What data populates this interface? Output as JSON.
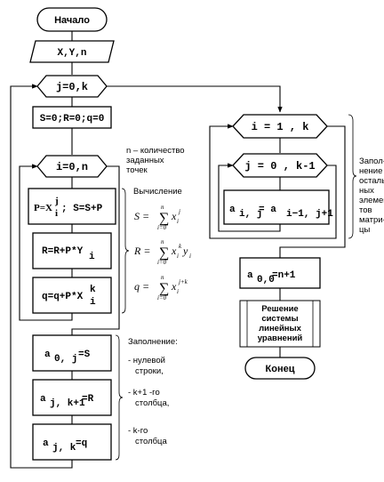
{
  "blocks": {
    "start": "Начало",
    "input": "X,Y,n",
    "loop_j": "j=0,k",
    "init": "S=0;R=0;q=0",
    "loop_i": "i=0,n",
    "calc1_a": "P=X",
    "calc1_sup": "j",
    "calc1_sub": "i",
    "calc1_b": ";  S=S+P",
    "calc2": "R=R+P*Y",
    "calc2_sub": "i",
    "calc3": "q=q+P*X",
    "calc3_sup": "k",
    "calc3_sub": "i",
    "fill1_a": "a",
    "fill1_sub": "0, j",
    "fill1_b": "=S",
    "fill2_a": "a",
    "fill2_sub": "j, k+1",
    "fill2_b": "=R",
    "fill3_a": "a",
    "fill3_sub": "j, k",
    "fill3_b": "=q",
    "loop_i2": "i = 1 , k",
    "loop_j2": "j = 0 , k-1",
    "assign_a": "a",
    "assign_sub": "i, j",
    "assign_eq": "=  a",
    "assign_sub2": "i−1, j+1",
    "a00_a": "a",
    "a00_sub": "0,0",
    "a00_b": "=n+1",
    "solve_1": "Решение",
    "solve_2": "системы",
    "solve_3": "линейных",
    "solve_4": "уравнений",
    "end": "Конец"
  },
  "annotations": {
    "n_note_1": "n – количество",
    "n_note_2": "заданных",
    "n_note_3": "точек",
    "calc_title": "Вычисление",
    "fill_title": "Заполнение:",
    "fill_item1_a": "- нулевой",
    "fill_item1_b": "строки,",
    "fill_item2_a": "- k+1 -го",
    "fill_item2_b": "столбца,",
    "fill_item3_a": "- k-го",
    "fill_item3_b": "столбца",
    "rest_1": "Запол-",
    "rest_2": "нение",
    "rest_3": "осталь-",
    "rest_4": "ных",
    "rest_5": "элемен-",
    "rest_6": "тов",
    "rest_7": "матри-",
    "rest_8": "цы"
  },
  "formulas": {
    "s_lhs": "S =",
    "r_lhs": "R =",
    "q_lhs": "q =",
    "sum_top": "n",
    "sum_bot": "i=0",
    "x": "x",
    "y": "y",
    "s_sub": "i",
    "s_sup": "j",
    "r_sub": "i",
    "r_sup": "k",
    "r_ysub": "i",
    "q_sub": "i",
    "q_sup": "j+k"
  }
}
